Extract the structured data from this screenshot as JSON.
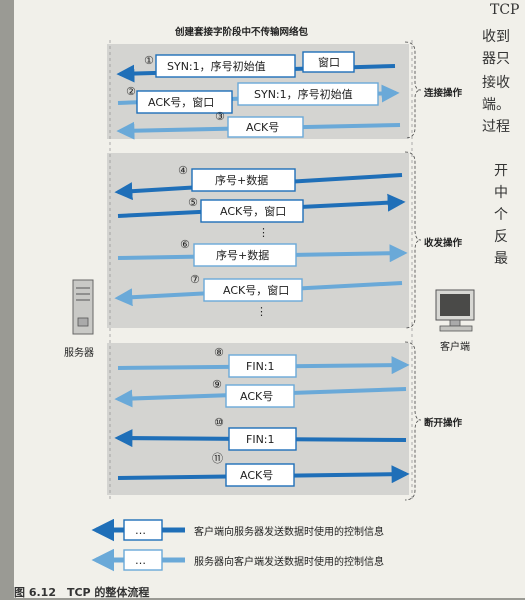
{
  "title": "创建套接字阶段中不传输网络包",
  "phases": {
    "connect": "连接操作",
    "transfer": "收发操作",
    "disconnect": "断开操作"
  },
  "server_label": "服务器",
  "client_label": "客户端",
  "messages": [
    {
      "num": "①",
      "texts": [
        "SYN:1，序号初始值",
        "窗口"
      ],
      "direction": "client-to-server"
    },
    {
      "num": "②",
      "texts": [
        "ACK号，窗口",
        "SYN:1，序号初始值"
      ],
      "direction": "server-to-client"
    },
    {
      "num": "③",
      "texts": [
        "ACK号"
      ],
      "direction": "client-to-server"
    },
    {
      "num": "④",
      "texts": [
        "序号+数据"
      ],
      "direction": "client-to-server"
    },
    {
      "num": "⑤",
      "texts": [
        "ACK号，窗口"
      ],
      "direction": "server-to-client"
    },
    {
      "num": "⑥",
      "texts": [
        "序号+数据"
      ],
      "direction": "server-to-client"
    },
    {
      "num": "⑦",
      "texts": [
        "ACK号，窗口"
      ],
      "direction": "client-to-server"
    },
    {
      "num": "⑧",
      "texts": [
        "FIN:1"
      ],
      "direction": "server-to-client"
    },
    {
      "num": "⑨",
      "texts": [
        "ACK号"
      ],
      "direction": "client-to-server"
    },
    {
      "num": "⑩",
      "texts": [
        "FIN:1"
      ],
      "direction": "client-to-server"
    },
    {
      "num": "⑪",
      "texts": [
        "ACK号"
      ],
      "direction": "server-to-client"
    }
  ],
  "dots": "⋮",
  "legend": [
    {
      "box": "…",
      "text": "客户端向服务器发送数据时使用的控制信息"
    },
    {
      "box": "…",
      "text": "服务器向客户端发送数据时使用的控制信息"
    }
  ],
  "caption": "图 6.12　TCP 的整体流程",
  "margin_text": [
    "TCP",
    "收到",
    "器只",
    "接收",
    "端。",
    "过程",
    "开",
    "中",
    "个",
    "反",
    "最"
  ],
  "colors": {
    "dark_arrow": "#1f6fb8",
    "light_arrow": "#6aa9d8",
    "band": "#d4d4d1"
  }
}
